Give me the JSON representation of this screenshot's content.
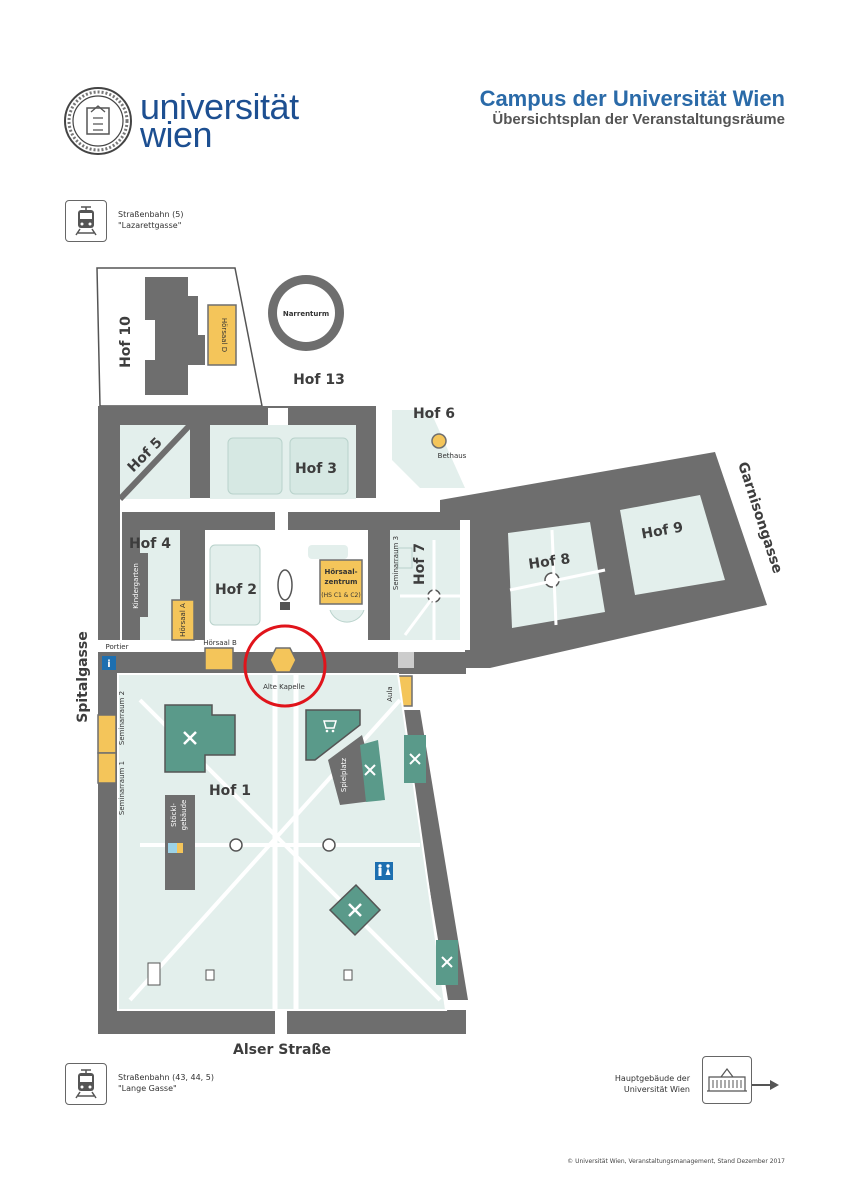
{
  "header": {
    "logo_line1": "universität",
    "logo_line2": "wien",
    "title": "Campus der Universität Wien",
    "subtitle": "Übersichtsplan der Veranstaltungsräume"
  },
  "tram_top": {
    "line1": "Straßenbahn (5)",
    "line2": "\"Lazarettgasse\""
  },
  "tram_bottom": {
    "line1": "Straßenbahn (43, 44, 5)",
    "line2": "\"Lange Gasse\""
  },
  "main_building": {
    "line1": "Hauptgebäude der",
    "line2": "Universität Wien"
  },
  "labels": {
    "hof1": "Hof 1",
    "hof2": "Hof 2",
    "hof3": "Hof 3",
    "hof4": "Hof 4",
    "hof5": "Hof 5",
    "hof6": "Hof 6",
    "hof7": "Hof 7",
    "hof8": "Hof 8",
    "hof9": "Hof 9",
    "hof10": "Hof 10",
    "hof13": "Hof 13",
    "narrenturm": "Narrenturm",
    "bethaus": "Bethaus",
    "hoersaal_d": "Hörsaal D",
    "hoersaal_a": "Hörsaal A",
    "hoersaal_b": "Hörsaal B",
    "hoersaalzentrum_1": "Hörsaal-",
    "hoersaalzentrum_2": "zentrum",
    "hoersaalzentrum_3": "(HS C1 & C2)",
    "seminarraum_1": "Seminarraum 1",
    "seminarraum_2": "Seminarraum 2",
    "seminarraum_3": "Seminarraum 3",
    "kindergarten": "Kindergarten",
    "portier": "Portier",
    "info": "i",
    "alte_kapelle": "Alte Kapelle",
    "aula": "Aula",
    "spielplatz": "Spielplatz",
    "stoeckl_1": "Stöckl-",
    "stoeckl_2": "gebäude",
    "spitalgasse": "Spitalgasse",
    "garnisongasse": "Garnisongasse",
    "alser_strasse": "Alser Straße"
  },
  "footer": {
    "copyright": "© Universität Wien, Veranstaltungsmanagement, Stand Dezember 2017"
  },
  "colors": {
    "building": "#6e6e6e",
    "courtyard": "#e3efec",
    "green": "#5a9a8a",
    "lecture": "#f4c55a",
    "accent_blue": "#1d4f91",
    "highlight_circle": "#e0141b"
  },
  "icons": [
    "university-seal-icon",
    "tram-icon",
    "restaurant-icon",
    "shop-icon",
    "restroom-icon",
    "info-icon",
    "main-building-icon",
    "arrow-right-icon"
  ]
}
